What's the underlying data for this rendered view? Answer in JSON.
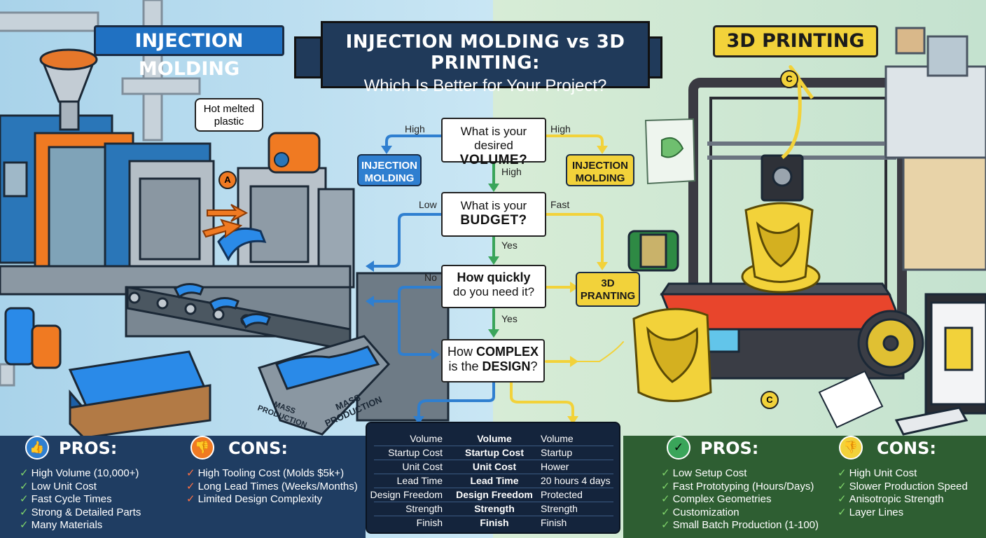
{
  "title": {
    "line1": "INJECTION MOLDING vs 3D PRINTING:",
    "line2": "Which Is Better for Your Project?"
  },
  "left_label": "INJECTION MOLDING",
  "right_label": "3D PRINTING",
  "callout": {
    "line1": "Hot melted",
    "line2": "plastic"
  },
  "badges": {
    "a": "A",
    "c": "C"
  },
  "flow": {
    "q1": {
      "line1": "What is your desired",
      "line2": "VOLUME?",
      "branch_left": "High",
      "branch_right": "High",
      "branch_down": "High"
    },
    "q2": {
      "line1": "What is your",
      "line2": "BUDGET?",
      "branch_left": "Low",
      "branch_right": "Fast",
      "branch_down": "Yes"
    },
    "q3": {
      "line1": "How quickly",
      "line2": "do you need it?",
      "branch_left": "No",
      "branch_down": "Yes"
    },
    "q4": {
      "line1_a": "How ",
      "line1_b": "COMPLEX",
      "line2_a": "is the ",
      "line2_b": "DESIGN",
      "line2_c": "?"
    },
    "result_im_left": {
      "line1": "INJECTION",
      "line2": "MOLDING"
    },
    "result_im_right": {
      "line1": "INJECTION",
      "line2": "MOLDING"
    },
    "result_3d": {
      "line1": "3D",
      "line2": "PRANTING"
    }
  },
  "scene": {
    "bin_label_1": {
      "line1": "MASS",
      "line2": "PRODUCTION"
    },
    "bin_label_2": {
      "line1": "MASS",
      "line2": "PRODUCTION"
    }
  },
  "comparison_table": {
    "rows": [
      [
        "Volume",
        "Volume",
        "Volume"
      ],
      [
        "Startup Cost",
        "Startup Cost",
        "Startup"
      ],
      [
        "Unit Cost",
        "Unit Cost",
        "Hower"
      ],
      [
        "Lead Time",
        "Lead Time",
        "20 hours 4 days"
      ],
      [
        "Design Freedom",
        "Design Freedom",
        "Protected"
      ],
      [
        "Strength",
        "Strength",
        "Strength"
      ],
      [
        "Finish",
        "Finish",
        "Finish"
      ]
    ]
  },
  "im_pros": {
    "heading": "PROS:",
    "items": [
      "High Volume (10,000+)",
      "Low Unit Cost",
      "Fast Cycle Times",
      "Strong & Detailed Parts",
      "Many Materials"
    ]
  },
  "im_cons": {
    "heading": "CONS:",
    "items": [
      "High Tooling Cost (Molds $5k+)",
      "Long Lead Times (Weeks/Months)",
      "Limited Design Complexity"
    ]
  },
  "p3d_pros": {
    "heading": "PROS:",
    "items": [
      "Low Setup Cost",
      "Fast Prototyping (Hours/Days)",
      "Complex Geometries",
      "Customization",
      "Small Batch Production (1-100)"
    ]
  },
  "p3d_cons": {
    "heading": "CONS:",
    "items": [
      "High Unit Cost",
      "Slower Production Speed",
      "Anisotropic Strength",
      "Layer Lines"
    ]
  },
  "colors": {
    "injection_blue": "#2071c2",
    "printing_yellow": "#f2d23a",
    "left_panel": "#1f3d62",
    "right_panel": "#2e5e32",
    "flow_green": "#3aa55a",
    "orange": "#f07a22"
  }
}
